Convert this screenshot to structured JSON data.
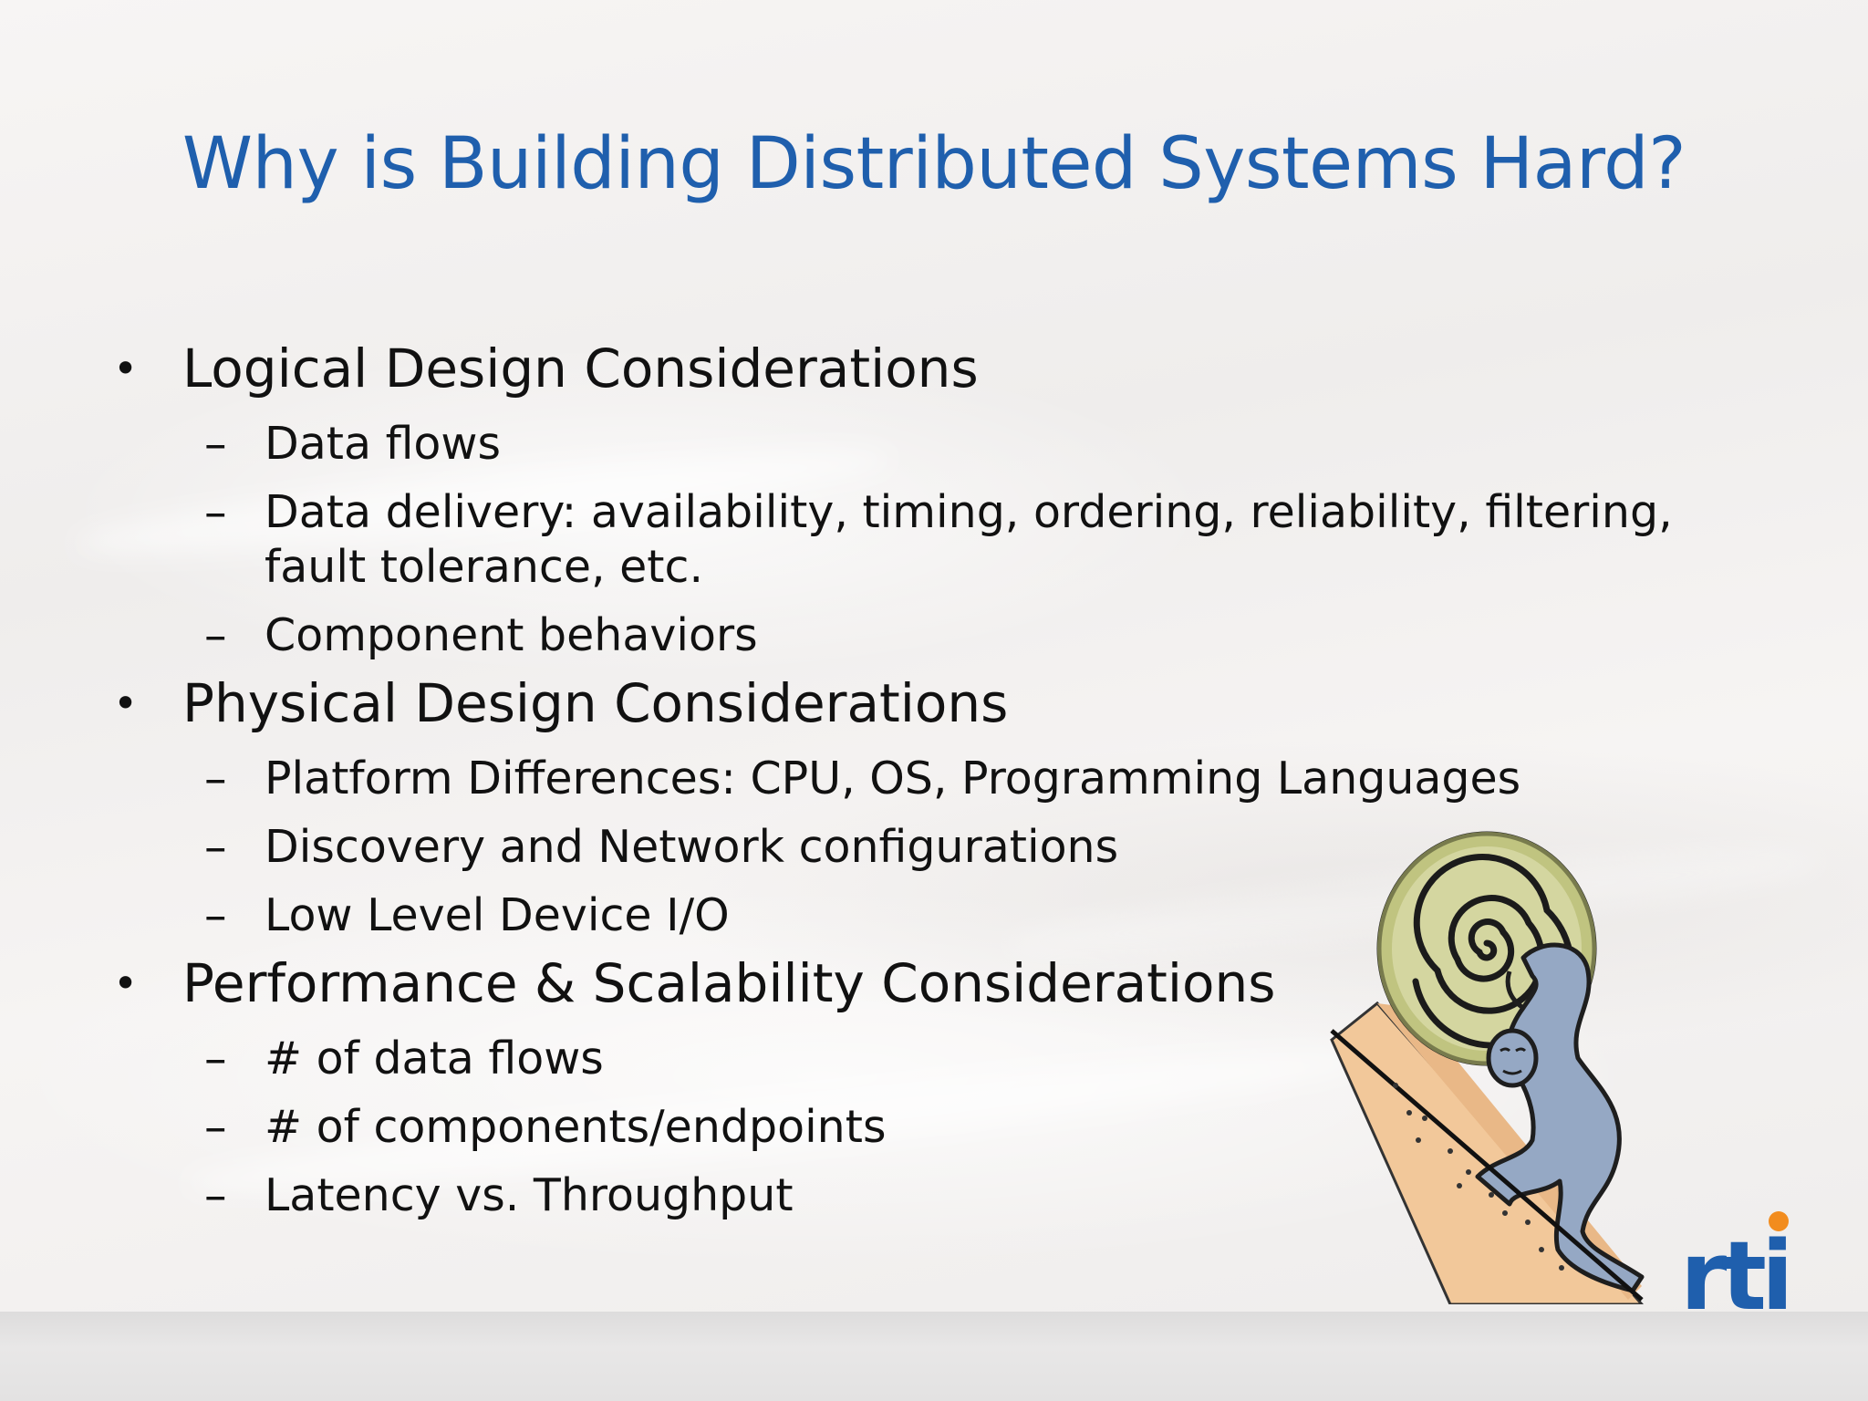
{
  "slide": {
    "title": "Why is Building Distributed Systems Hard?",
    "bullet_symbol": "•",
    "sub_symbol": "–",
    "sections": [
      {
        "heading": "Logical Design Considerations",
        "items": [
          "Data flows",
          "Data delivery: availability, timing, ordering, reliability, filtering, fault tolerance, etc.",
          "Component behaviors"
        ]
      },
      {
        "heading": "Physical Design Considerations",
        "items": [
          "Platform Differences: CPU, OS, Programming Languages",
          "Discovery and Network configurations",
          "Low Level Device I/O"
        ]
      },
      {
        "heading": "Performance & Scalability Considerations",
        "items": [
          "# of data flows",
          "# of components/endpoints",
          "Latency vs. Throughput"
        ]
      }
    ]
  },
  "logo": {
    "text": "rti",
    "color": "#1f5fad",
    "dot_color": "#f28c1e"
  },
  "colors": {
    "title": "#1f5fad",
    "body_text": "#111111"
  }
}
